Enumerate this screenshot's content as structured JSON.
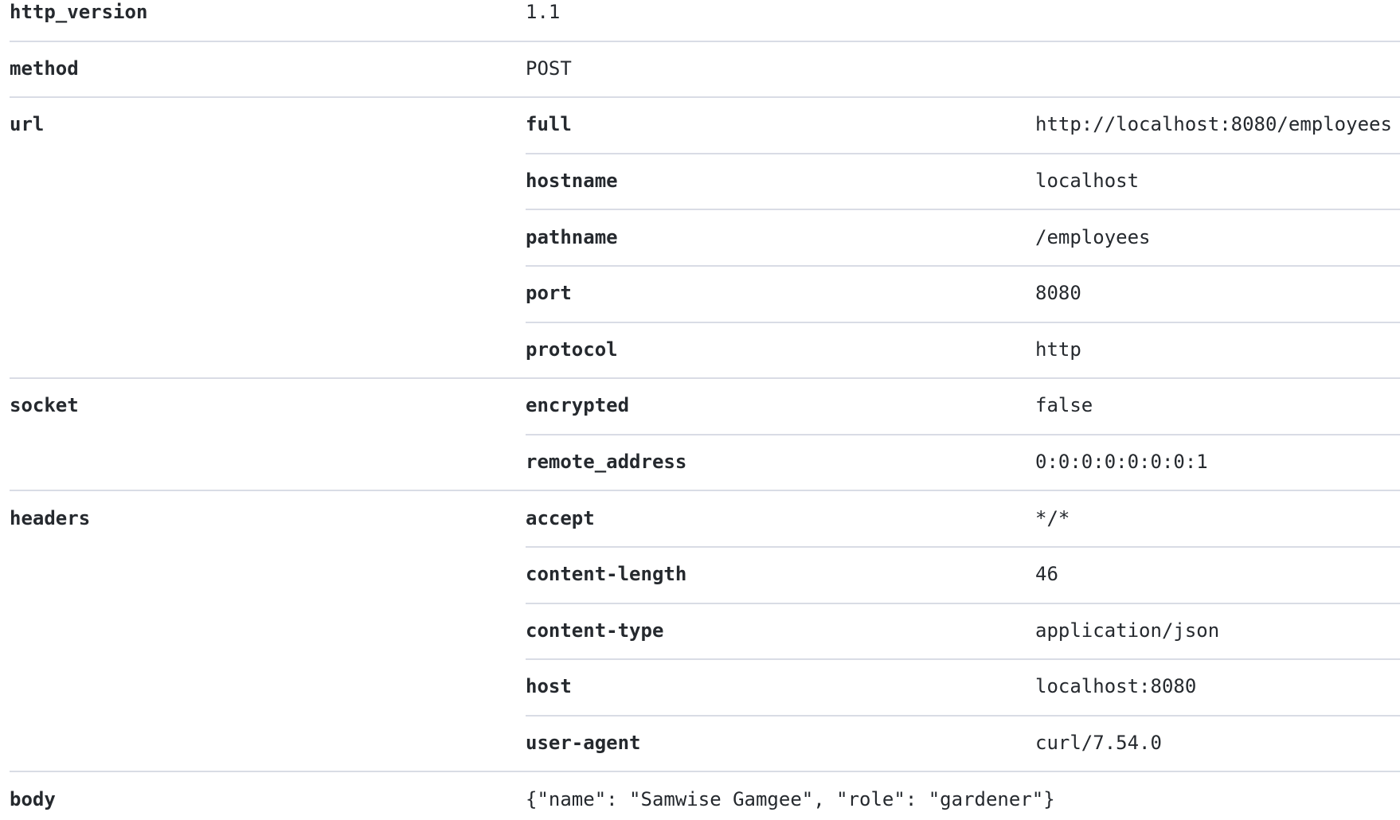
{
  "table": {
    "rows": [
      {
        "key": "http_version",
        "value": "1.1"
      },
      {
        "key": "method",
        "value": "POST"
      },
      {
        "key": "url",
        "children": [
          {
            "key": "full",
            "value": "http://localhost:8080/employees"
          },
          {
            "key": "hostname",
            "value": "localhost"
          },
          {
            "key": "pathname",
            "value": "/employees"
          },
          {
            "key": "port",
            "value": "8080"
          },
          {
            "key": "protocol",
            "value": "http"
          }
        ]
      },
      {
        "key": "socket",
        "children": [
          {
            "key": "encrypted",
            "value": "false"
          },
          {
            "key": "remote_address",
            "value": "0:0:0:0:0:0:0:1"
          }
        ]
      },
      {
        "key": "headers",
        "children": [
          {
            "key": "accept",
            "value": "*/*"
          },
          {
            "key": "content-length",
            "value": "46"
          },
          {
            "key": "content-type",
            "value": "application/json"
          },
          {
            "key": "host",
            "value": "localhost:8080"
          },
          {
            "key": "user-agent",
            "value": "curl/7.54.0"
          }
        ]
      },
      {
        "key": "body",
        "value": "{\"name\": \"Samwise Gamgee\", \"role\": \"gardener\"}"
      }
    ]
  },
  "colors": {
    "background": "#ffffff",
    "text": "#25292e",
    "divider": "#d9dce5"
  }
}
